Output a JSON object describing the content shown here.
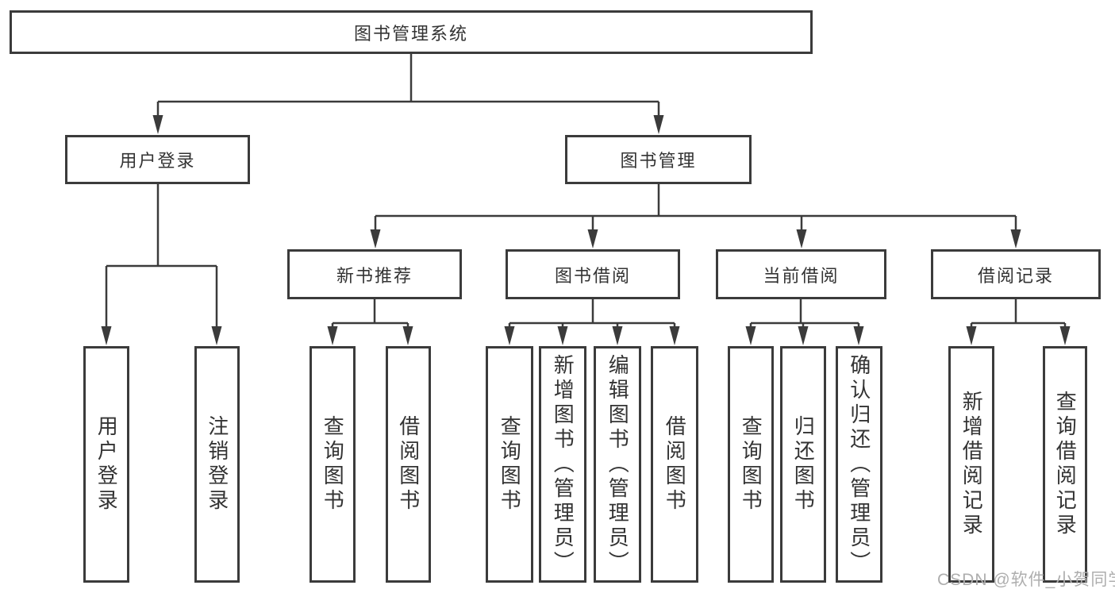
{
  "root": {
    "label": "图书管理系统"
  },
  "user_login": {
    "label": "用户登录",
    "children": [
      "用户登录",
      "注销登录"
    ]
  },
  "book_management": {
    "label": "图书管理",
    "new_books": {
      "label": "新书推荐",
      "children": [
        "查询图书",
        "借阅图书"
      ]
    },
    "borrowing": {
      "label": "图书借阅",
      "children": [
        "查询图书",
        "新增图书（管理员）",
        "编辑图书（管理员）",
        "借阅图书"
      ]
    },
    "current": {
      "label": "当前借阅",
      "children": [
        "查询图书",
        "归还图书",
        "确认归还（管理员）"
      ]
    },
    "records": {
      "label": "借阅记录",
      "children": [
        "新增借阅记录",
        "查询借阅记录"
      ]
    }
  },
  "watermark": "CSDN @软件_小贺同学",
  "colors": {
    "line": "#3b3b3b",
    "text": "#333333",
    "watermark": "#aeaeae",
    "background": "#ffffff"
  }
}
